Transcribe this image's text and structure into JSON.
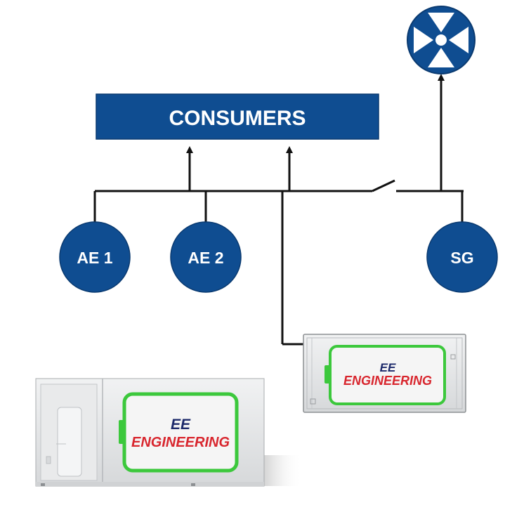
{
  "diagram": {
    "consumers_label": "CONSUMERS",
    "generators": [
      {
        "label": "AE 1"
      },
      {
        "label": "AE 2"
      },
      {
        "label": "SG"
      }
    ],
    "logo": {
      "line1": "EE",
      "line2": "ENGINEERING"
    },
    "colors": {
      "node_fill": "#0f4d91",
      "node_stroke": "#0a3a70",
      "line": "#111111",
      "battery_green": "#3cc83c",
      "logo_ee": "#1d2a6b",
      "logo_engineering": "#d8262e",
      "container": "#e4e6e8"
    },
    "icons": [
      "propeller-icon",
      "switch-icon",
      "battery-container-icon"
    ]
  }
}
